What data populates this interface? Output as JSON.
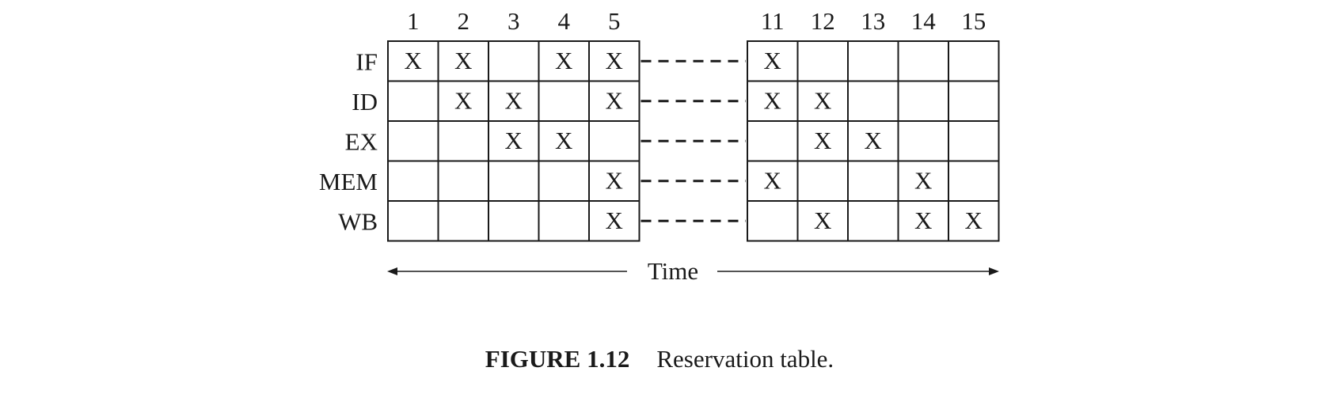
{
  "table": {
    "left_columns": [
      "1",
      "2",
      "3",
      "4",
      "5"
    ],
    "right_columns": [
      "11",
      "12",
      "13",
      "14",
      "15"
    ],
    "rows": [
      {
        "label": "IF",
        "left": [
          "X",
          "X",
          "",
          "X",
          "X"
        ],
        "right": [
          "X",
          "",
          "",
          "",
          ""
        ]
      },
      {
        "label": "ID",
        "left": [
          "",
          "X",
          "X",
          "",
          "X"
        ],
        "right": [
          "X",
          "X",
          "",
          "",
          ""
        ]
      },
      {
        "label": "EX",
        "left": [
          "",
          "",
          "X",
          "X",
          ""
        ],
        "right": [
          "",
          "X",
          "X",
          "",
          ""
        ]
      },
      {
        "label": "MEM",
        "left": [
          "",
          "",
          "",
          "",
          "X"
        ],
        "right": [
          "X",
          "",
          "",
          "X",
          ""
        ]
      },
      {
        "label": "WB",
        "left": [
          "",
          "",
          "",
          "",
          "X"
        ],
        "right": [
          "",
          "X",
          "",
          "X",
          "X"
        ]
      }
    ]
  },
  "time_label": "Time",
  "caption": {
    "number": "FIGURE 1.12",
    "text": "Reservation table."
  }
}
